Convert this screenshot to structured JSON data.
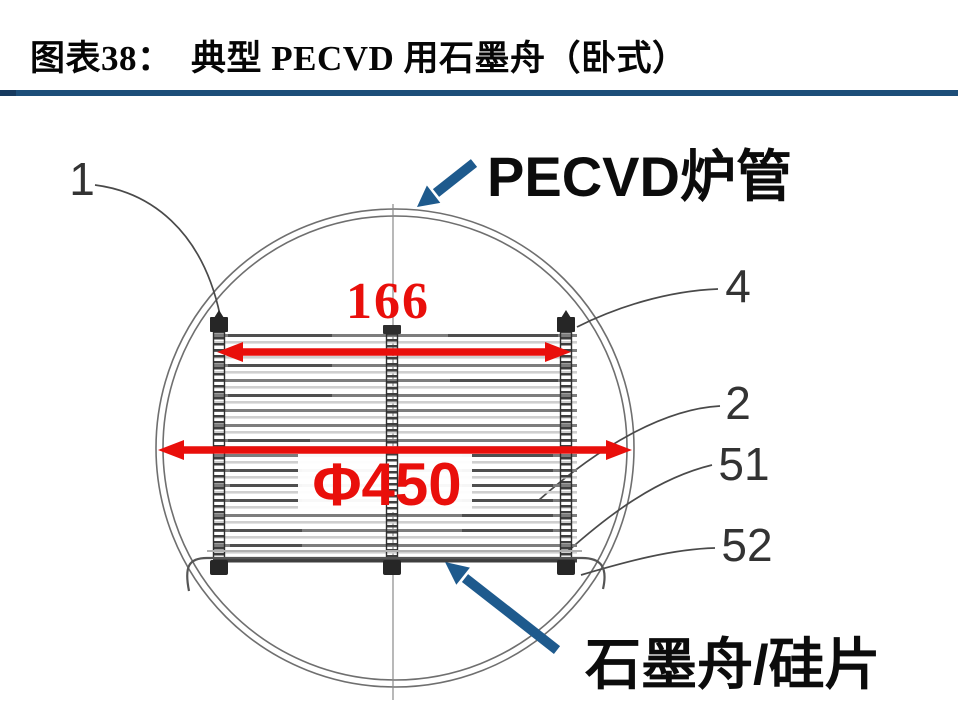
{
  "figure": {
    "title": "图表38：  典型 PECVD 用石墨舟（卧式）"
  },
  "diagram": {
    "callouts": {
      "furnace_tube": "PECVD炉管",
      "boat_wafer": "石墨舟/硅片"
    },
    "dimensions": {
      "boat_width": "166",
      "tube_diameter": "Φ450"
    },
    "parts": [
      {
        "label": "1"
      },
      {
        "label": "4"
      },
      {
        "label": "2"
      },
      {
        "label": "51"
      },
      {
        "label": "52"
      }
    ],
    "colors": {
      "dimension_red": "#e90f0b",
      "callout_blue": "#1e5a8d",
      "divider_blue": "#1d4e79"
    }
  }
}
